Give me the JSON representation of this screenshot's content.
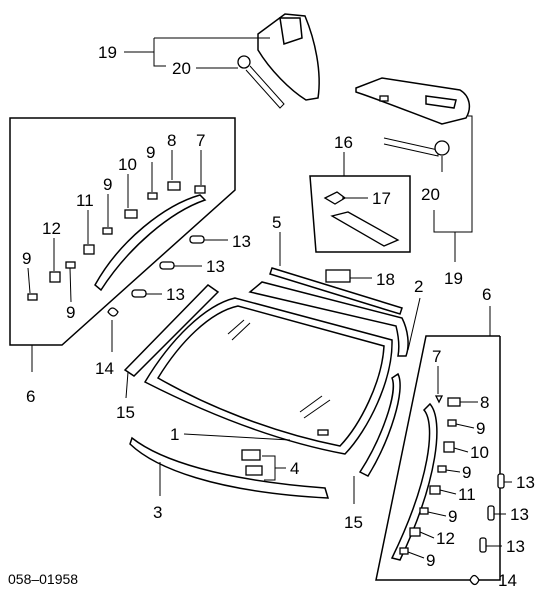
{
  "diagram": {
    "code": "058–01958",
    "callouts": {
      "c1": "1",
      "c2": "2",
      "c3": "3",
      "c4": "4",
      "c5": "5",
      "c6_left": "6",
      "c6_right": "6",
      "c7_left": "7",
      "c7_right": "7",
      "c8_left": "8",
      "c8_right": "8",
      "c9_a": "9",
      "c9_b": "9",
      "c9_c": "9",
      "c9_d": "9",
      "c9_e": "9",
      "c9_f": "9",
      "c9_g": "9",
      "c10_left": "10",
      "c10_right": "10",
      "c11_left": "11",
      "c11_right": "11",
      "c12_left": "12",
      "c12_right": "12",
      "c13_a": "13",
      "c13_b": "13",
      "c13_c": "13",
      "c13_d": "13",
      "c13_e": "13",
      "c13_f": "13",
      "c14_left": "14",
      "c14_right": "14",
      "c15_left": "15",
      "c15_right": "15",
      "c16": "16",
      "c17": "17",
      "c18": "18",
      "c19_top": "19",
      "c19_right": "19",
      "c20_top": "20",
      "c20_right": "20"
    }
  }
}
